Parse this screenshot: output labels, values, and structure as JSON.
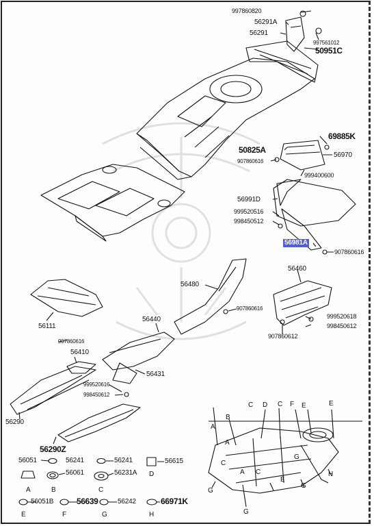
{
  "labels": {
    "p997860820": "997860820",
    "p56291A": "56291A",
    "p56291": "56291",
    "p997561012": "997561012",
    "p50951C": "50951C",
    "p69885K": "69885K",
    "p50825A": "50825A",
    "p907860616_a": "907860616",
    "p56970": "56970",
    "p999400600": "999400600",
    "p56991D": "56991D",
    "p999520516": "999520516",
    "p998450512": "998450512",
    "p56981A": "56981A",
    "p907860616_b": "907860616",
    "p56460": "56460",
    "p56480": "56480",
    "p907860616_c": "907860616",
    "p56111": "56111",
    "p907860616_d": "907860616",
    "p56440": "56440",
    "p999520618": "999520618",
    "p998450612_a": "998450612",
    "p907860612": "907860612",
    "p56410": "56410",
    "p56431": "56431",
    "p999520616": "999520616",
    "p998450612_b": "998450612",
    "p56290": "56290",
    "p56290Z": "56290Z",
    "p56051": "56051",
    "p56241_a": "56241",
    "p56241_b": "56241",
    "p56615": "56615",
    "p56061": "56061",
    "p56231A": "56231A",
    "p56051B": "56051B",
    "p56639": "56639",
    "p56242": "56242",
    "p66971K": "66971K"
  },
  "letters": {
    "A": "A",
    "B": "B",
    "C": "C",
    "D": "D",
    "E": "E",
    "F": "F",
    "G": "G",
    "H": "H"
  },
  "colors": {
    "highlight": "#4f5fd6",
    "ink": "#111111"
  }
}
